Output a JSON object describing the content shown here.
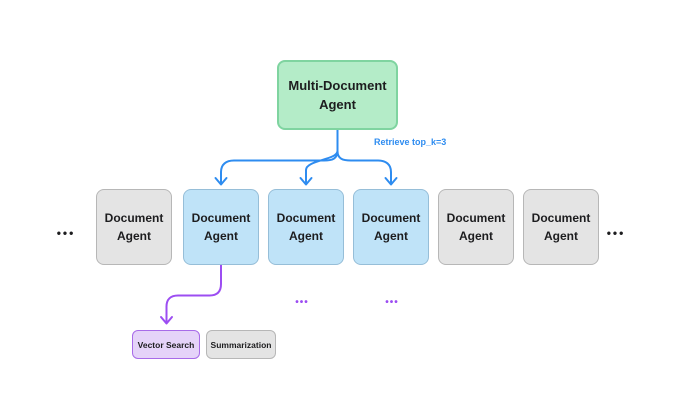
{
  "colors": {
    "background": "#ffffff",
    "root-fill": "#b4ecc8",
    "root-border": "#7fd4a0",
    "active-fill": "#bfe3f8",
    "active-border": "#96bed8",
    "inactive-fill": "#e4e4e4",
    "inactive-border": "#b7b7b7",
    "tool-purple-fill": "#e5d3f9",
    "tool-purple-border": "#a86be9",
    "connector-blue": "#2e8cf0",
    "connector-purple": "#9c4df2",
    "text-dark": "#1d1d1f"
  },
  "diagram": {
    "root_agent": {
      "line1": "Multi-Document",
      "line2": "Agent"
    },
    "retrieve_label": "Retrieve top_k=3",
    "document_agents": [
      {
        "line1": "Document",
        "line2": "Agent",
        "state": "inactive"
      },
      {
        "line1": "Document",
        "line2": "Agent",
        "state": "active"
      },
      {
        "line1": "Document",
        "line2": "Agent",
        "state": "active"
      },
      {
        "line1": "Document",
        "line2": "Agent",
        "state": "active"
      },
      {
        "line1": "Document",
        "line2": "Agent",
        "state": "inactive"
      },
      {
        "line1": "Document",
        "line2": "Agent",
        "state": "inactive"
      }
    ],
    "tools": [
      {
        "label": "Vector Search",
        "style": "purple-highlight"
      },
      {
        "label": "Summarization",
        "style": "gray"
      }
    ],
    "ellipsis_left": "•••",
    "ellipsis_right": "•••",
    "ellipsis_tools_1": "•••",
    "ellipsis_tools_2": "•••"
  }
}
